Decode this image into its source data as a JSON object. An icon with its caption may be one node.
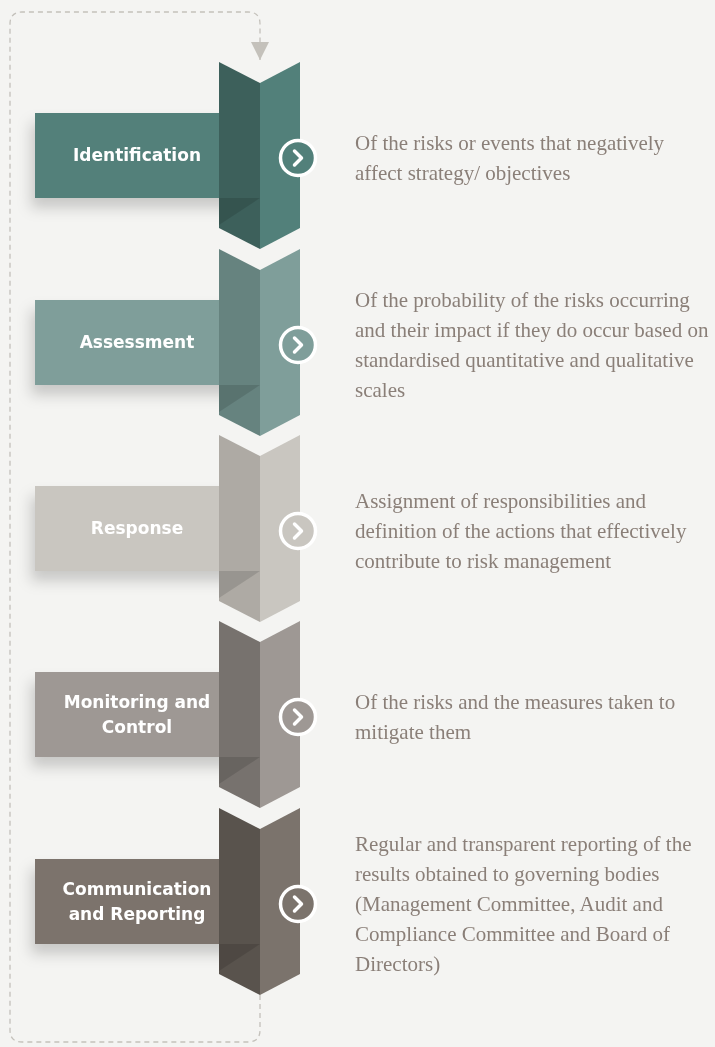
{
  "diagram": {
    "nodes": [
      {
        "text": [
          "Identification"
        ],
        "beside": [
          "Of the risks or events that negatively affect strategy/ objectives"
        ]
      },
      {
        "text": [
          "Assessment"
        ],
        "beside": [
          "Of the probability of the risks occurring and their impact if they do occur based on standardised quantitative and qualitative scales"
        ]
      },
      {
        "text": [
          "Response"
        ],
        "beside": [
          "Assignment of responsibilities and definition of the actions that effectively contribute to risk management"
        ]
      },
      {
        "text": [
          "Monitoring and Control"
        ],
        "beside": [
          "Of the risks and the measures taken to mitigate them"
        ]
      },
      {
        "text": [
          "Communication and Reporting"
        ],
        "beside": [
          "Regular and transparent reporting of the results obtained to governing bodies (Management Committee, Audit and Compliance Committee and Board of Directors)"
        ]
      }
    ],
    "edges": [
      {
        "from": 4,
        "to": 0,
        "arrow": "to",
        "style": "dashed"
      }
    ]
  }
}
